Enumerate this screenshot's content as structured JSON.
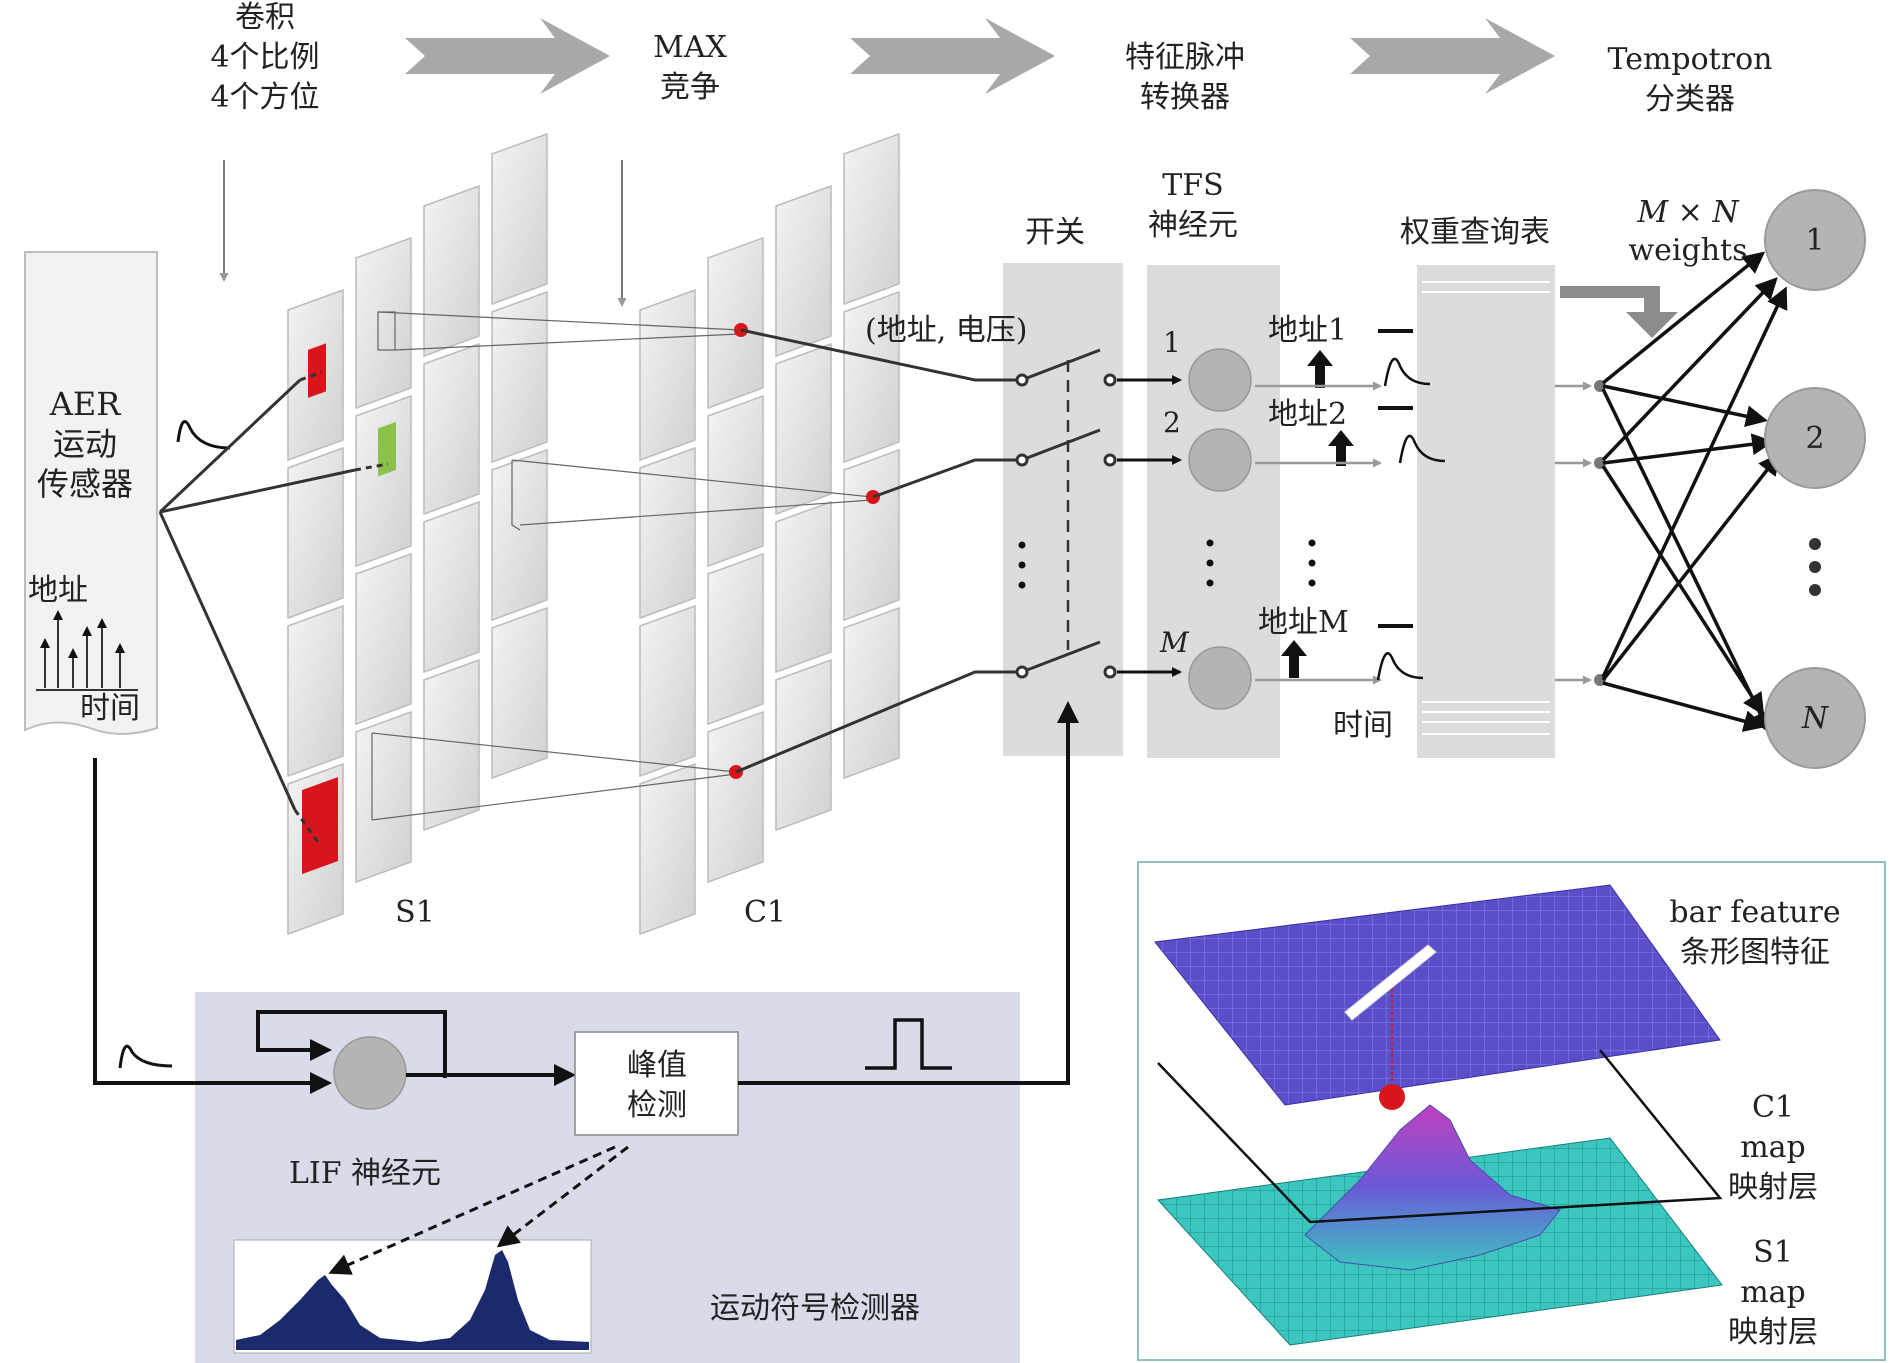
{
  "stages": {
    "conv": [
      "卷积",
      "4个比例",
      "4个方位"
    ],
    "max": [
      "MAX",
      "竞争"
    ],
    "feature": [
      "特征脉冲",
      "转换器"
    ],
    "tempotron": [
      "Tempotron",
      "分类器"
    ]
  },
  "sensor": {
    "lines": [
      "AER",
      "运动",
      "传感器"
    ],
    "address": "地址",
    "time": "时间"
  },
  "layers": {
    "s1": "S1",
    "c1": "C1"
  },
  "switch": {
    "title": "开关",
    "addr_voltage": "(地址, 电压)"
  },
  "tfs": {
    "title": [
      "TFS",
      "神经元"
    ],
    "labels": [
      "1",
      "2",
      "M"
    ]
  },
  "lookup": {
    "title": "权重查询表",
    "addresses": [
      "地址1",
      "地址2",
      "地址M"
    ],
    "time": "时间"
  },
  "weights": {
    "line1": "M × N",
    "line2": "weights"
  },
  "outputs": [
    "1",
    "2",
    "N"
  ],
  "detector": {
    "lif": "LIF 神经元",
    "peak": [
      "峰值",
      "检测"
    ],
    "title": "运动符号检测器"
  },
  "inset": {
    "bar": [
      "bar feature",
      "条形图特征"
    ],
    "c1": [
      "C1",
      "map",
      "映射层"
    ],
    "s1": [
      "S1",
      "map",
      "映射层"
    ]
  },
  "colors": {
    "panel": "#dcdcdc",
    "detector_bg": "#d8dce8",
    "red": "#d8141c",
    "green": "#8bc34a",
    "neuron": "#b4b4b4",
    "arrow_gray": "#9b9b9b",
    "plane_top": "#5a4fc8",
    "plane_bottom": "#3cc6c0",
    "peak_chart": "#1a2a6c"
  }
}
